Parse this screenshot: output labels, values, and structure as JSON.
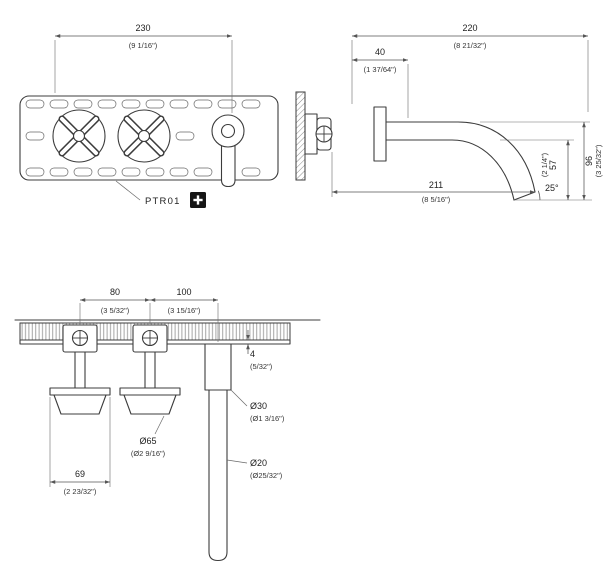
{
  "colors": {
    "line": "#3c3c3c",
    "dim_line": "#555555",
    "badge": "#161616",
    "background": "#ffffff"
  },
  "product": {
    "code": "PTR01",
    "plus_icon": "+"
  },
  "front_view": {
    "width_mm": "230",
    "width_in": "(9 1/16\")"
  },
  "side_view": {
    "projection_mm": "220",
    "projection_in": "(8 21/32\")",
    "offset_mm": "40",
    "offset_in": "(1 37/64\")",
    "height_mm": "96",
    "height_in": "(3 25/32\")",
    "drop_mm": "57",
    "drop_in": "(2 1/4\")",
    "reach_mm": "211",
    "reach_in": "(8 5/16\")",
    "spout_angle": "25°"
  },
  "plan_view": {
    "handle_spacing_mm": "80",
    "handle_spacing_in": "(3 5/32\")",
    "spout_spacing_mm": "100",
    "spout_spacing_in": "(3 15/16\")",
    "plate_thickness_mm": "4",
    "plate_thickness_in": "(5/32\")",
    "spout_flange_dia_mm": "Ø30",
    "spout_flange_dia_in": "(Ø1 3/16\")",
    "handle_rosette_dia_mm": "Ø65",
    "handle_rosette_dia_in": "(Ø2 9/16\")",
    "spout_tube_dia_mm": "Ø20",
    "spout_tube_dia_in": "(Ø25/32\")",
    "handle_width_mm": "69",
    "handle_width_in": "(2 23/32\")"
  }
}
